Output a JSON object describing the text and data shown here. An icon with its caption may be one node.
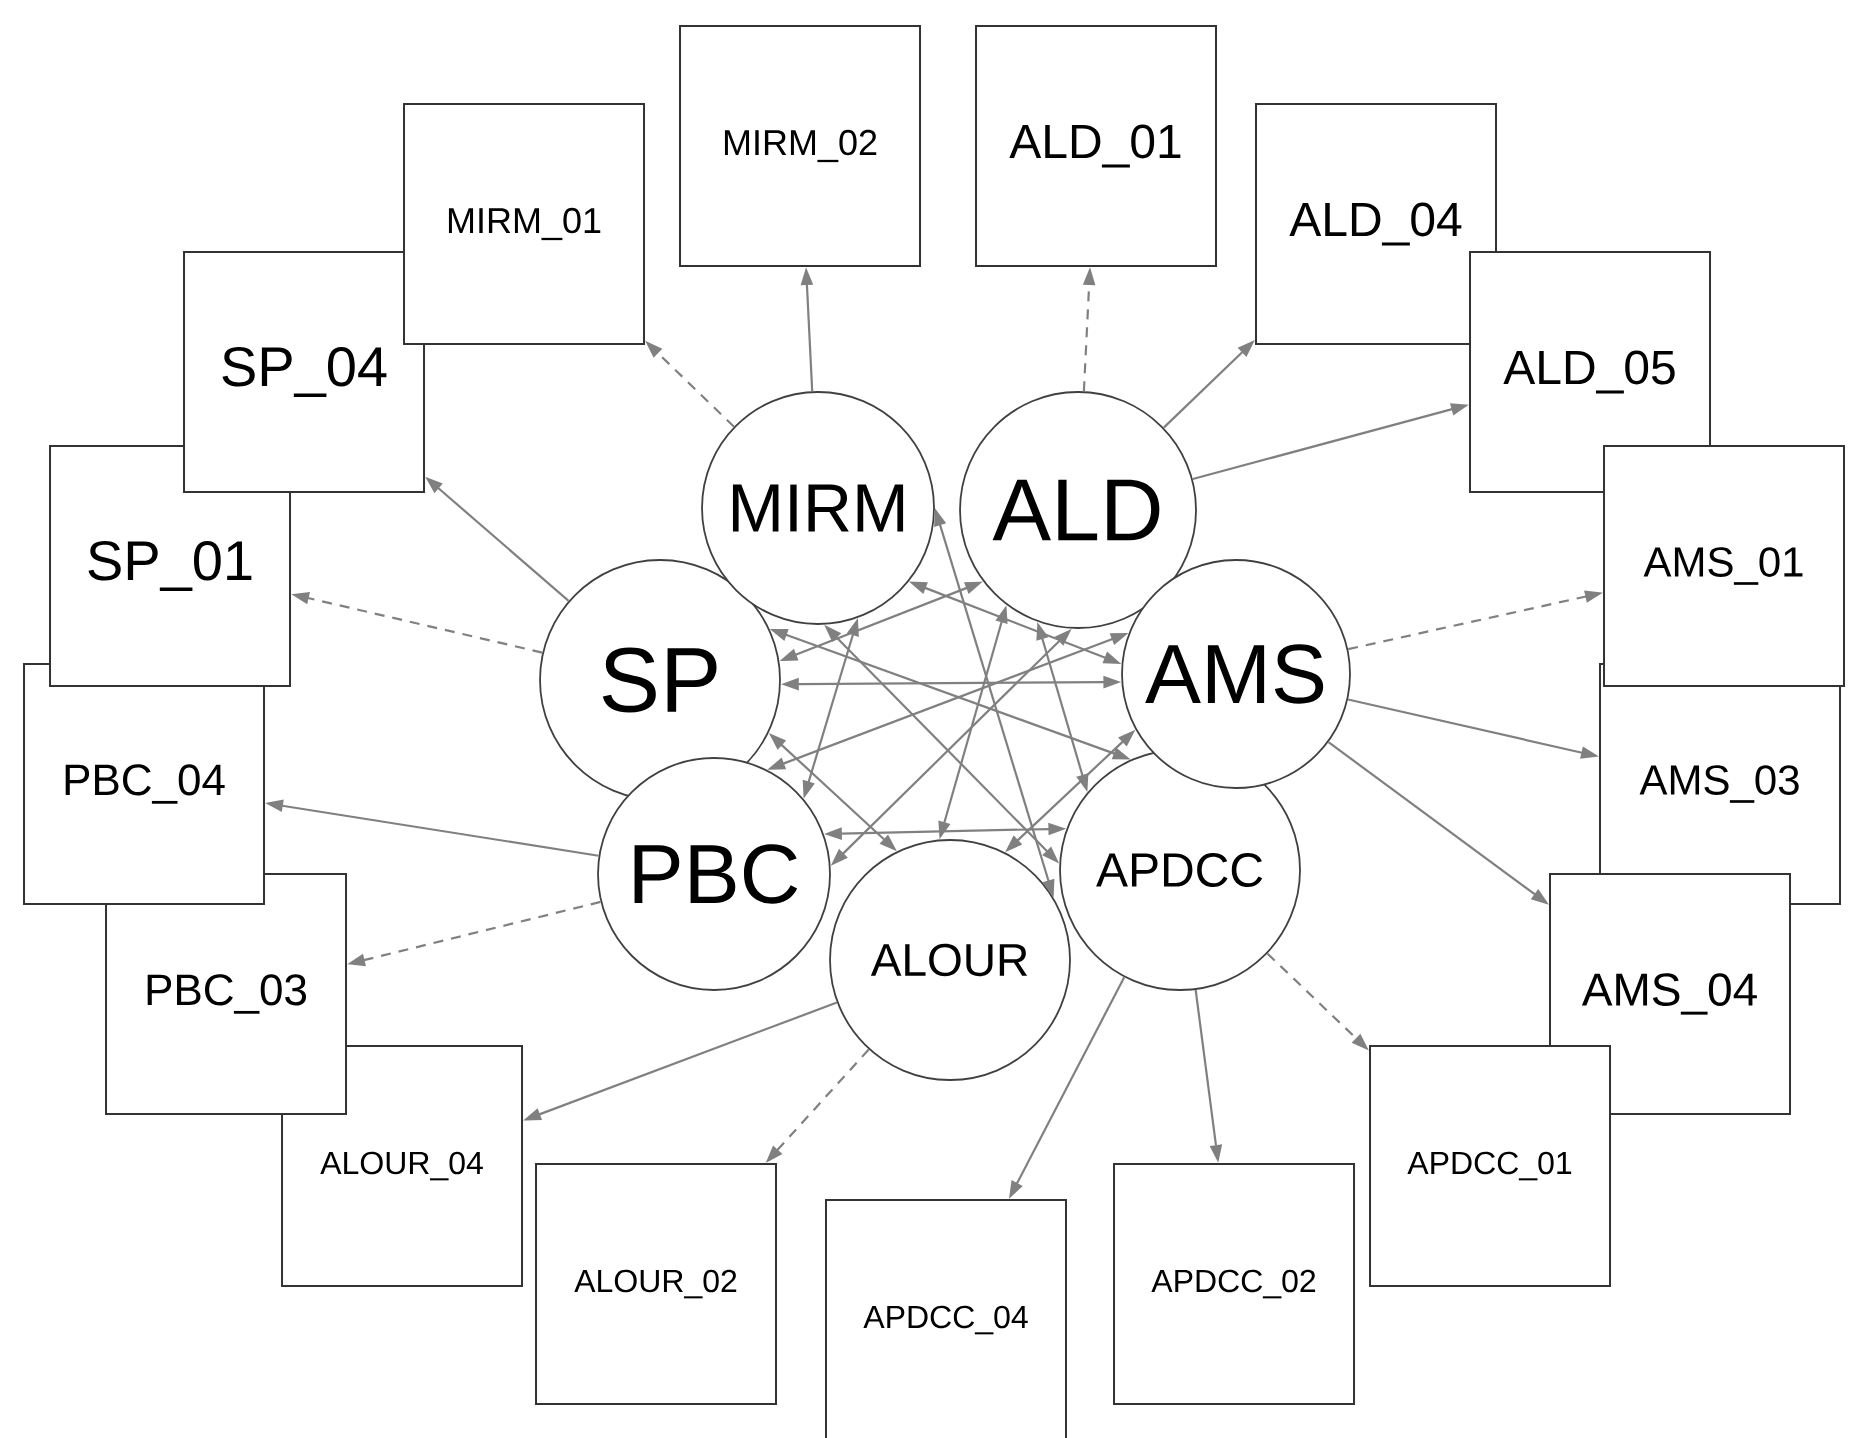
{
  "diagram": {
    "nodes": [
      {
        "text": [
          "MIRM"
        ]
      },
      {
        "text": [
          "ALD"
        ]
      },
      {
        "text": [
          "AMS"
        ]
      },
      {
        "text": [
          "APDCC"
        ]
      },
      {
        "text": [
          "ALOUR"
        ]
      },
      {
        "text": [
          "PBC"
        ]
      },
      {
        "text": [
          "SP"
        ]
      },
      {
        "text": [
          "MIRM_02"
        ]
      },
      {
        "text": [
          "ALD_01"
        ]
      },
      {
        "text": [
          "ALD_04"
        ]
      },
      {
        "text": [
          "ALD_05"
        ]
      },
      {
        "text": [
          "AMS_01"
        ]
      },
      {
        "text": [
          "AMS_03"
        ]
      },
      {
        "text": [
          "AMS_04"
        ]
      },
      {
        "text": [
          "APDCC_01"
        ]
      },
      {
        "text": [
          "APDCC_02"
        ]
      },
      {
        "text": [
          "APDCC_04"
        ]
      },
      {
        "text": [
          "ALOUR_02"
        ]
      },
      {
        "text": [
          "ALOUR_04"
        ]
      },
      {
        "text": [
          "PBC_03"
        ]
      },
      {
        "text": [
          "PBC_04"
        ]
      },
      {
        "text": [
          "SP_01"
        ]
      },
      {
        "text": [
          "SP_04"
        ]
      },
      {
        "text": [
          "MIRM_01"
        ]
      }
    ],
    "edges": [
      {
        "from": 0,
        "to": 23,
        "arrow": "to",
        "style": "dashed"
      },
      {
        "from": 0,
        "to": 7,
        "arrow": "to"
      },
      {
        "from": 1,
        "to": 8,
        "arrow": "to",
        "style": "dashed"
      },
      {
        "from": 1,
        "to": 9,
        "arrow": "to"
      },
      {
        "from": 1,
        "to": 10,
        "arrow": "to"
      },
      {
        "from": 2,
        "to": 11,
        "arrow": "to",
        "style": "dashed"
      },
      {
        "from": 2,
        "to": 12,
        "arrow": "to"
      },
      {
        "from": 2,
        "to": 13,
        "arrow": "to"
      },
      {
        "from": 3,
        "to": 14,
        "arrow": "to",
        "style": "dashed"
      },
      {
        "from": 3,
        "to": 15,
        "arrow": "to"
      },
      {
        "from": 3,
        "to": 16,
        "arrow": "to"
      },
      {
        "from": 4,
        "to": 17,
        "arrow": "to",
        "style": "dashed"
      },
      {
        "from": 4,
        "to": 18,
        "arrow": "to"
      },
      {
        "from": 5,
        "to": 19,
        "arrow": "to",
        "style": "dashed"
      },
      {
        "from": 5,
        "to": 20,
        "arrow": "to"
      },
      {
        "from": 6,
        "to": 21,
        "arrow": "to",
        "style": "dashed"
      },
      {
        "from": 6,
        "to": 22,
        "arrow": "to"
      },
      {
        "from": 0,
        "to": 2,
        "arrow": "both"
      },
      {
        "from": 0,
        "to": 3,
        "arrow": "both"
      },
      {
        "from": 1,
        "to": 3,
        "arrow": "both"
      },
      {
        "from": 1,
        "to": 4,
        "arrow": "both"
      },
      {
        "from": 2,
        "to": 4,
        "arrow": "both"
      },
      {
        "from": 2,
        "to": 5,
        "arrow": "both"
      },
      {
        "from": 3,
        "to": 5,
        "arrow": "both"
      },
      {
        "from": 3,
        "to": 6,
        "arrow": "both"
      },
      {
        "from": 4,
        "to": 6,
        "arrow": "both"
      },
      {
        "from": 4,
        "to": 0,
        "arrow": "both"
      },
      {
        "from": 5,
        "to": 0,
        "arrow": "both"
      },
      {
        "from": 5,
        "to": 1,
        "arrow": "both"
      },
      {
        "from": 6,
        "to": 1,
        "arrow": "both"
      },
      {
        "from": 6,
        "to": 2,
        "arrow": "both"
      }
    ]
  }
}
